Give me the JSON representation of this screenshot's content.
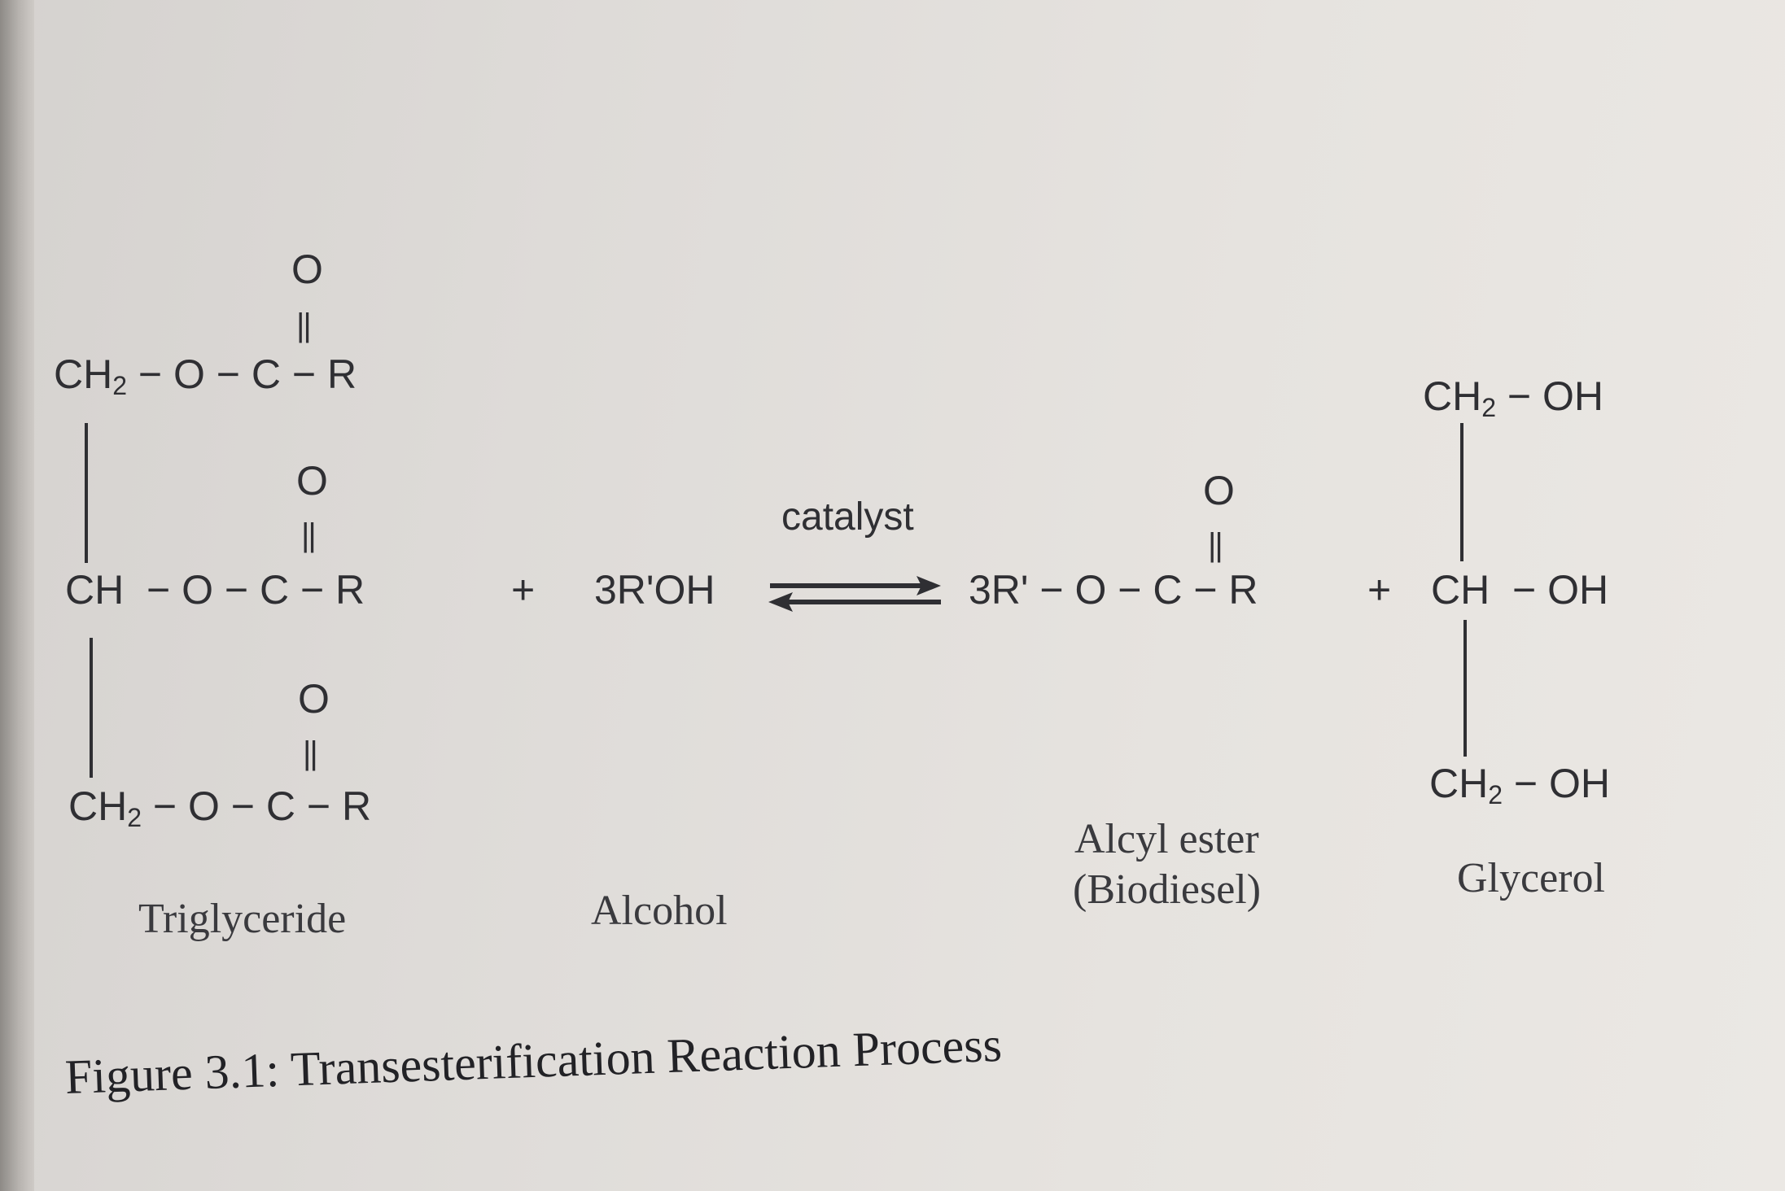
{
  "triglyceride": {
    "row1": {
      "left": "CH",
      "sub": "2",
      "right": " − O − C − R"
    },
    "row2": {
      "text": "CH  − O − C − R"
    },
    "row3": {
      "left": "CH",
      "sub": "2",
      "right": " − O − C − R"
    },
    "oxygen": "O",
    "double_bond": "||",
    "label": "Triglyceride"
  },
  "plus1": "+",
  "alcohol": {
    "formula": "3R'OH",
    "label": "Alcohol"
  },
  "arrow": {
    "catalyst": "catalyst"
  },
  "ester": {
    "formula": "3R' − O − C − R",
    "oxygen": "O",
    "double_bond": "||",
    "label_line1": "Alcyl ester",
    "label_line2": "(Biodiesel)"
  },
  "plus2": "+",
  "glycerol": {
    "row1": {
      "left": "CH",
      "sub": "2",
      "right": " − OH"
    },
    "row2": {
      "text": "CH  − OH"
    },
    "row3": {
      "left": "CH",
      "sub": "2",
      "right": " − OH"
    },
    "label": "Glycerol"
  },
  "caption": "Figure 3.1: Transesterification Reaction Process"
}
